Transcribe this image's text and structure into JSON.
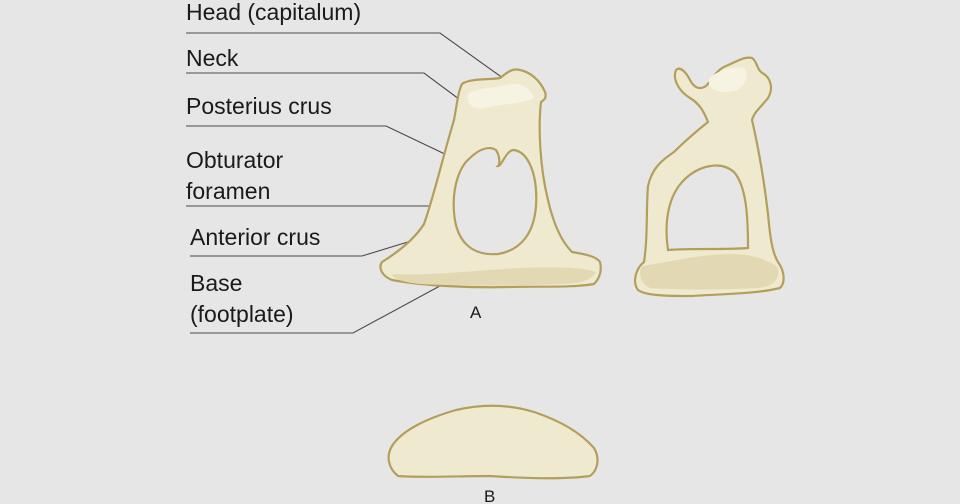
{
  "labels": {
    "head": "Head (capitalum)",
    "neck": "Neck",
    "posterius_crus": "Posterius crus",
    "obturator_line1": "Obturator",
    "obturator_line2": "foramen",
    "anterior_crus": "Anterior crus",
    "base_line1": "Base",
    "base_line2": "(footplate)"
  },
  "sublabels": {
    "a": "A",
    "b": "B"
  },
  "colors": {
    "background": "#e6e6e6",
    "bone_fill": "#efe9cf",
    "bone_outline": "#b39f5c",
    "text": "#1a1a1a"
  }
}
